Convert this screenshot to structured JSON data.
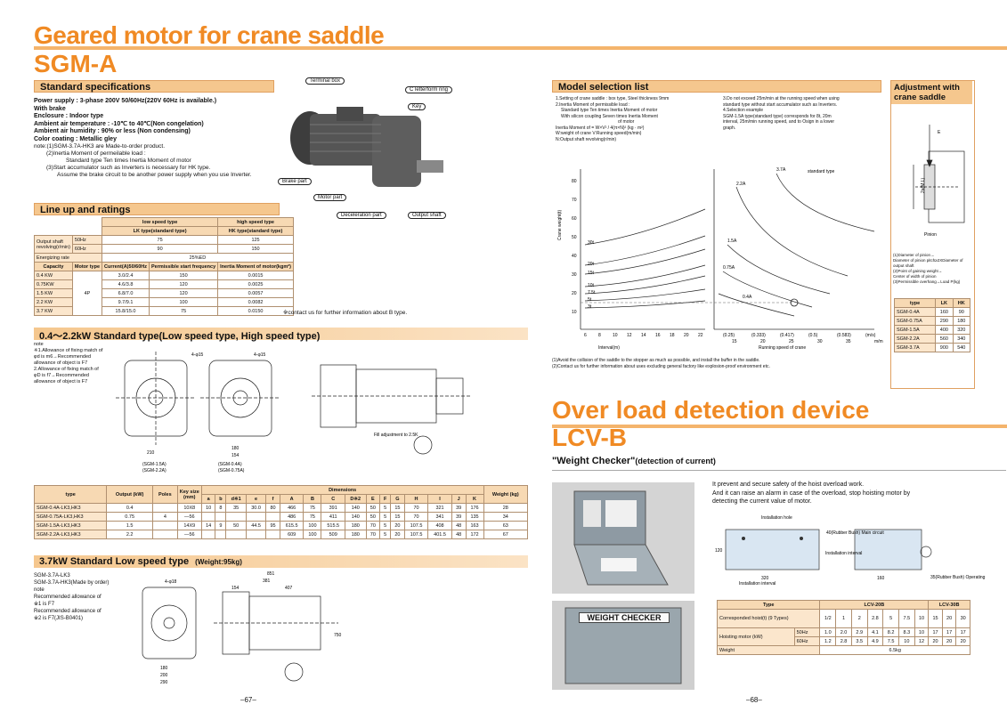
{
  "left": {
    "title": "Geared motor for crane saddle",
    "subtitle": "SGM-A",
    "std_spec_heading": "Standard specifications",
    "spec_lines": [
      "Power supply : 3-phase 200V 50/60Hz(220V 60Hz is available.)",
      "With brake",
      "Enclosure : Indoor type",
      "Ambient air temperature : -10℃ to 40℃(Non congelation)",
      "Ambient air humidity : 90% or less (Non condensing)",
      "Color coating : Metallic gley",
      "note:(1)SGM-3.7A-HK3 are Made-to-order product.",
      "(2)Inertia Moment of permeilable load :",
      "Standard type   Ten times Inertia Moment of motor",
      "(3)Start accumulator such as Inverters is necessary for HK type.",
      "Assume the brake circuit to be another power supply when you use Inverter."
    ],
    "callouts": [
      "Terminal box",
      "C letterform ring",
      "Key",
      "Brake part",
      "Motor part",
      "Deceleration part",
      "Output shaft"
    ],
    "lineup_heading": "Line up and ratings",
    "lineup_headers": {
      "low": "low speed type",
      "high": "high speed type",
      "lk": "LK type(standard type)",
      "hk": "HK type(standard type)"
    },
    "lineup_rows": {
      "output_label": "Output shaft revolving(r/min)",
      "hz50": "50Hz",
      "hz60": "60Hz",
      "r50_low": "75",
      "r50_high": "125",
      "r60_low": "90",
      "r60_high": "150",
      "energizing_label": "Energizing rate",
      "energizing_val": "25%ED",
      "cols": [
        "Capacity",
        "Motor type",
        "Current(A)50/60Hz",
        "Permissible start frequency",
        "Inertia Moment of motor(kgm²)"
      ],
      "rows": [
        [
          "0.4 KW",
          "",
          "3.0/2.4",
          "150",
          "0.0015"
        ],
        [
          "0.75KW",
          "",
          "4.6/3.8",
          "120",
          "0.0025"
        ],
        [
          "1.5 KW",
          "4P",
          "6.8/7.0",
          "120",
          "0.0057"
        ],
        [
          "2.2 KW",
          "",
          "9.7/9.1",
          "100",
          "0.0082"
        ],
        [
          "3.7 KW",
          "",
          "15.8/15.0",
          "75",
          "0.0150"
        ]
      ],
      "contact_note": "※contact us for further information about B type."
    },
    "std_type_heading": "0.4～2.2kW Standard type(Low speed type, High speed type)",
    "std_type_notes": [
      "note",
      "※1.Allowance of fixing match of",
      "φd is m6→Recommended",
      "allowance of object is F7",
      "2.Allowance of fixing match of",
      "φD is f7→Recommended",
      "allowance of object is F7"
    ],
    "drawing_labels": [
      "(SGM-1.5A)",
      "(SGM-2.2A)",
      "(SGM-0.4A)",
      "(SGM-0.75A)",
      "4-φ15",
      "4-φ15",
      "210",
      "180",
      "154",
      "Fill adjustment to 2.5K"
    ],
    "dim_table": {
      "headers": [
        "type",
        "Output (kW)",
        "Poles",
        "Key size (mm)",
        "Dimensions",
        "Weight (kg)"
      ],
      "subheaders": [
        "a",
        "b",
        "d※1",
        "e",
        "f",
        "A",
        "B",
        "C",
        "D※2",
        "E",
        "F",
        "G",
        "H",
        "I",
        "J",
        "K"
      ],
      "rows": [
        [
          "SGM-0.4A-LK3,HK3",
          "0.4",
          "",
          "10X8",
          "10",
          "8",
          "35",
          "30.0",
          "80",
          "466",
          "75",
          "391",
          "140",
          "50",
          "5",
          "15",
          "70",
          "321",
          "39",
          "176",
          "28"
        ],
        [
          "SGM-0.75A-LK3,HK3",
          "0.75",
          "4",
          "—56",
          "",
          "",
          "",
          "",
          "",
          "486",
          "75",
          "411",
          "140",
          "50",
          "5",
          "15",
          "70",
          "341",
          "39",
          "135",
          "34"
        ],
        [
          "SGM-1.5A-LK3,HK3",
          "1.5",
          "",
          "14X9",
          "14",
          "9",
          "50",
          "44.5",
          "95",
          "615.5",
          "100",
          "515.5",
          "180",
          "70",
          "5",
          "20",
          "107.5",
          "408",
          "48",
          "163",
          "63"
        ],
        [
          "SGM-2.2A-LK3,HK3",
          "2.2",
          "",
          "—56",
          "",
          "",
          "",
          "",
          "",
          "609",
          "100",
          "509",
          "180",
          "70",
          "5",
          "20",
          "107.5",
          "401.5",
          "48",
          "172",
          "67"
        ]
      ]
    },
    "low37_heading": "3.7kW Standard Low speed type",
    "low37_weight": "(Weight:95kg)",
    "low37_lines": [
      "SGM-3.7A-LK3",
      "SGM-3.7A-HK3(Made by order)",
      "note",
      "Recommended allowance of",
      "※1 is F7",
      "Recommended allowance of",
      "※2 is F7(JIS-B0401)"
    ],
    "low37_dims": [
      "851",
      "381",
      "154",
      "407",
      "4-φ18",
      "750",
      "180",
      "200",
      "290"
    ],
    "page_number": "–67–"
  },
  "right": {
    "model_heading": "Model selection list",
    "model_notes_left": [
      "1.Setting of crane saddle : box type, Steel thickness 9mm",
      "2.Inertia Moment of permissible load :",
      "Standard type   Ten times Inertia Moment of motor",
      "With silicon coupling   Seven times Inertia Moment",
      "of motor",
      "Inertia Moment of = W×V² / 4(π×N)² (kg · m²)",
      "W:weight of crane V:Running speed(m/min)",
      "N:Output shaft revolving(r/min)"
    ],
    "model_notes_right": [
      "3.Do not exceed 25m/min at the running speed when using",
      "standard type without start accumulator such as Inverters.",
      "4.Selection example",
      "SGM-1.5A type(standard type) corresponds for 8t, 20m",
      "interval, 25m/min running speed, and to Osign in a lower",
      "graph."
    ],
    "graph_y_label": "Crane weight(t)",
    "graph_x_label_left": "Interval(m)",
    "graph_x_label_right": "Running speed of crane",
    "graph_std_label": "standard type",
    "graph_curve_labels": [
      "3.7A",
      "2.2A",
      "1.5A",
      "0.75A",
      "0.4A"
    ],
    "graph_left_labels": [
      "30t",
      "20t",
      "15t",
      "10t",
      "7.5t",
      "5t",
      "3t"
    ],
    "graph_y_ticks": [
      "80",
      "70",
      "60",
      "50",
      "40",
      "30",
      "20",
      "10"
    ],
    "graph_x_ticks_left": [
      "6",
      "8",
      "10",
      "12",
      "14",
      "16",
      "18",
      "20",
      "22"
    ],
    "graph_x_ticks_right_top": [
      "(0.25)",
      "(0.333)",
      "(0.417)",
      "(0.5)",
      "(0.583)",
      "(m/s)"
    ],
    "graph_x_ticks_right_bottom": [
      "15",
      "20",
      "25",
      "30",
      "35",
      "m/min"
    ],
    "model_footer": [
      "(1)Avoid the collision of the saddle to the stopper as much as possible, and install the buffer in the saddle.",
      "(2)Contact us for further information about uses excluding general factory like explosion-proof environment etc."
    ],
    "adjust_heading": "Adjustment with crane saddle",
    "adjust_labels": [
      "E",
      "Pinion",
      "2a(M.L)"
    ],
    "adjust_notes": [
      "(1)Diameter of pinion→",
      "Diameter of pinion pitch≥2XDiameter of",
      "output shaft",
      "(2)Point of gaining weight→",
      "Center of width of pinion",
      "(3)Permissible overhang→Load P(kg)"
    ],
    "adjust_table": {
      "headers": [
        "type",
        "LK",
        "HK"
      ],
      "rows": [
        [
          "SGM-0.4A",
          "160",
          "90"
        ],
        [
          "SGM-0.75A",
          "290",
          "180"
        ],
        [
          "SGM-1.5A",
          "400",
          "320"
        ],
        [
          "SGM-2.2A",
          "560",
          "340"
        ],
        [
          "SGM-3.7A",
          "900",
          "540"
        ]
      ]
    },
    "overload_title": "Over load detection device",
    "overload_subtitle": "LCV-B",
    "weight_checker_heading": "\"Weight Checker\"",
    "weight_checker_sub": "(detection of current)",
    "wc_lines": [
      "It prevent and secure safety of the hoist overload work.",
      "And it can raise an alarm in case of the overload,  stop hoisting motor by",
      "detecting the current value of motor."
    ],
    "wc_plate": "WEIGHT CHECKER",
    "wc_drawing_labels": [
      "Installation hole",
      "40(Rubber Bush) Main circuit",
      "Installation interval",
      "Installation interval",
      "35(Rubber Bush) Operating",
      "320",
      "160",
      "120"
    ],
    "lcv_table": {
      "type_label": "Type",
      "lcv20": "LCV-20B",
      "lcv30": "LCV-30B",
      "corr_label": "Corresponded hoist(t) (9 Types)",
      "corr": [
        "1/2",
        "1",
        "2",
        "2.8",
        "5",
        "7.5",
        "10",
        "15",
        "20",
        "30"
      ],
      "motor_label": "Hoisting motor (kW)",
      "hz50": "50Hz",
      "hz60": "60Hz",
      "m50": [
        "1.0",
        "2.0",
        "2.9",
        "4.1",
        "8.2",
        "8.3",
        "10",
        "17",
        "17",
        "17"
      ],
      "m60": [
        "1.2",
        "2.8",
        "3.5",
        "4.9",
        "7.5",
        "10",
        "12",
        "20",
        "20",
        "20"
      ],
      "weight_label": "Weight",
      "weight_val": "6.5kg"
    },
    "page_number": "–68–"
  }
}
